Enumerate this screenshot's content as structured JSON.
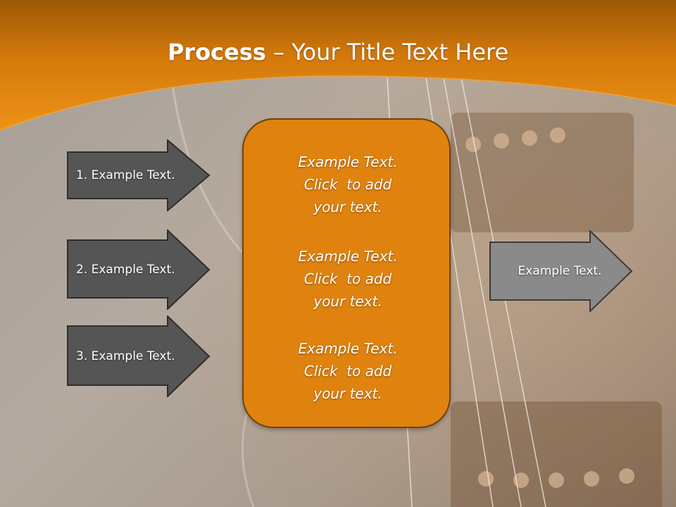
{
  "slide": {
    "title_bold": "Process",
    "title_rest": " – Your Title Text Here",
    "colors": {
      "header_orange": "#e8870f",
      "box_orange": "#e0820e",
      "arrow_dark": "#555555",
      "arrow_light": "#8a8a8a"
    },
    "left_arrows": [
      {
        "label": "1. Example Text."
      },
      {
        "label": "2. Example Text."
      },
      {
        "label": "3. Example Text."
      }
    ],
    "center_blocks": [
      {
        "line1": "Example Text.",
        "line2": "Click  to add",
        "line3": "your text."
      },
      {
        "line1": "Example Text.",
        "line2": "Click  to add",
        "line3": "your text."
      },
      {
        "line1": "Example Text.",
        "line2": "Click  to add",
        "line3": "your text."
      }
    ],
    "right_arrow": {
      "label": "Example Text."
    }
  }
}
